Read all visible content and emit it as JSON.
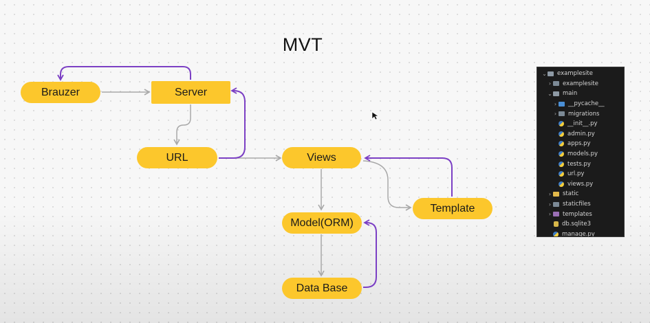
{
  "title": "MVT",
  "nodes": {
    "brauzer": "Brauzer",
    "server": "Server",
    "url": "URL",
    "views": "Views",
    "template": "Template",
    "model": "Model(ORM)",
    "database": "Data Base"
  },
  "colors": {
    "node_fill": "#fcc72c",
    "gray_arrow": "#a8a8a8",
    "purple_arrow": "#7b3fc4",
    "explorer_bg": "#1b1b1b"
  },
  "explorer": {
    "items": [
      {
        "label": "examplesite",
        "chevron": "v",
        "icon": "folder-open"
      },
      {
        "label": "examplesite",
        "chevron": ">",
        "icon": "folder"
      },
      {
        "label": "main",
        "chevron": "v",
        "icon": "folder-open"
      },
      {
        "label": "__pycache__",
        "chevron": ">",
        "icon": "folder-blue"
      },
      {
        "label": "migrations",
        "chevron": ">",
        "icon": "folder"
      },
      {
        "label": "__init__.py",
        "chevron": "",
        "icon": "py"
      },
      {
        "label": "admin.py",
        "chevron": "",
        "icon": "py"
      },
      {
        "label": "apps.py",
        "chevron": "",
        "icon": "py"
      },
      {
        "label": "models.py",
        "chevron": "",
        "icon": "py"
      },
      {
        "label": "tests.py",
        "chevron": "",
        "icon": "py"
      },
      {
        "label": "url.py",
        "chevron": "",
        "icon": "py"
      },
      {
        "label": "views.py",
        "chevron": "",
        "icon": "py"
      },
      {
        "label": "static",
        "chevron": ">",
        "icon": "folder-yellow"
      },
      {
        "label": "staticfiles",
        "chevron": ">",
        "icon": "folder"
      },
      {
        "label": "templates",
        "chevron": ">",
        "icon": "folder-purple"
      },
      {
        "label": "db.sqlite3",
        "chevron": "",
        "icon": "db"
      },
      {
        "label": "manage.py",
        "chevron": "",
        "icon": "py"
      }
    ]
  }
}
